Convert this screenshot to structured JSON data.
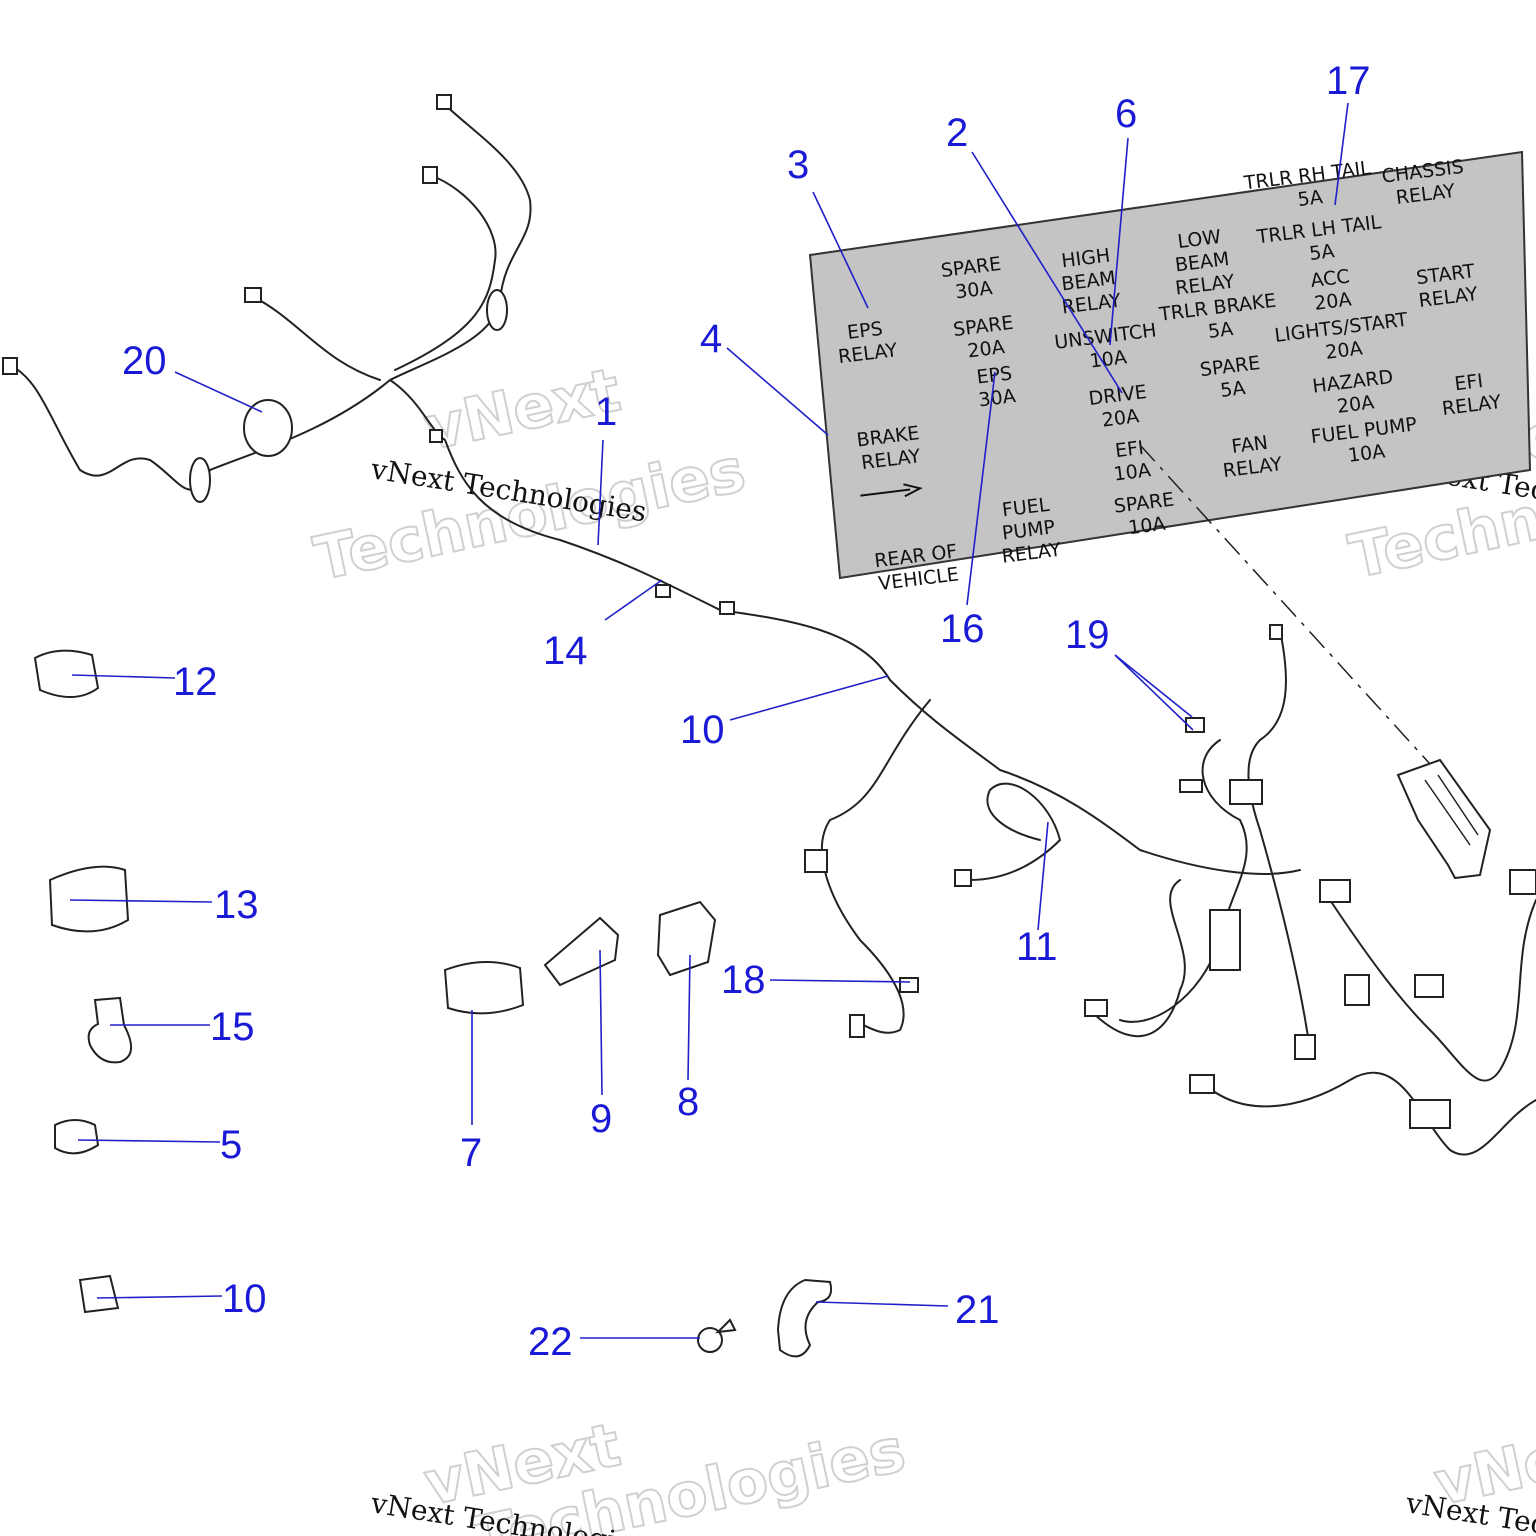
{
  "watermark": {
    "line1": "vNext",
    "line2": "Technologies",
    "serif": "vNext Technologies"
  },
  "decal": {
    "cells": [
      "EPS\nRELAY",
      "SPARE\n30A",
      "HIGH\nBEAM\nRELAY",
      "LOW\nBEAM\nRELAY",
      "TRLR RH TAIL\n5A",
      "CHASSIS\nRELAY",
      "SPARE\n20A",
      "UNSWITCH\n10A",
      "TRLR BRAKE\n5A",
      "TRLR LH TAIL\n5A",
      "ACC\n20A",
      "START\nRELAY",
      "BRAKE\nRELAY",
      "EPS\n30A",
      "DRIVE\n20A",
      "SPARE\n5A",
      "LIGHTS/START\n20A",
      "HAZARD\n20A",
      "EFI\nRELAY",
      "EFI\n10A",
      "FAN\nRELAY",
      "FUEL PUMP\n10A",
      "REAR OF\nVEHICLE",
      "FUEL\nPUMP\nRELAY",
      "SPARE\n10A"
    ]
  },
  "callouts": [
    {
      "id": "c1",
      "label": "1"
    },
    {
      "id": "c2",
      "label": "2"
    },
    {
      "id": "c3",
      "label": "3"
    },
    {
      "id": "c4",
      "label": "4"
    },
    {
      "id": "c5",
      "label": "5"
    },
    {
      "id": "c6",
      "label": "6"
    },
    {
      "id": "c7",
      "label": "7"
    },
    {
      "id": "c8",
      "label": "8"
    },
    {
      "id": "c9",
      "label": "9"
    },
    {
      "id": "c10a",
      "label": "10"
    },
    {
      "id": "c10b",
      "label": "10"
    },
    {
      "id": "c11",
      "label": "11"
    },
    {
      "id": "c12",
      "label": "12"
    },
    {
      "id": "c13",
      "label": "13"
    },
    {
      "id": "c14",
      "label": "14"
    },
    {
      "id": "c15",
      "label": "15"
    },
    {
      "id": "c16",
      "label": "16"
    },
    {
      "id": "c17",
      "label": "17"
    },
    {
      "id": "c18",
      "label": "18"
    },
    {
      "id": "c19",
      "label": "19"
    },
    {
      "id": "c20",
      "label": "20"
    },
    {
      "id": "c21",
      "label": "21"
    },
    {
      "id": "c22",
      "label": "22"
    }
  ],
  "colors": {
    "callout": "#1a1ad6",
    "decal_fill": "#c4c4c4"
  }
}
